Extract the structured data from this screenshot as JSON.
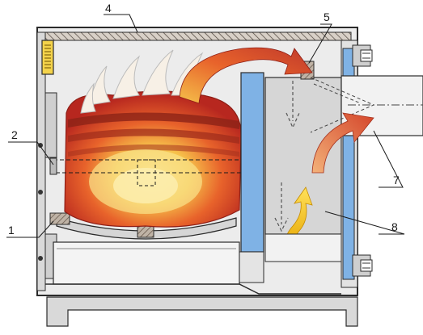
{
  "labels": {
    "l1": "1",
    "l2": "2",
    "l4": "4",
    "l5": "5",
    "l7": "7",
    "l8": "8"
  },
  "colors": {
    "casing": "#e9e9e9",
    "outline": "#2b2b2b",
    "insulation": "#6fa8dc",
    "chamber": "#d4d4d4",
    "fire_outer": "#c0392b",
    "fire_mid": "#f39c12",
    "fire_core": "#f7e07a",
    "hatch": "#7d6b5e"
  },
  "icons": [
    "flame-icon",
    "hot-gas-arrow-icon",
    "chimney-arrow-icon",
    "return-arrow-icon",
    "bolt-icon"
  ]
}
